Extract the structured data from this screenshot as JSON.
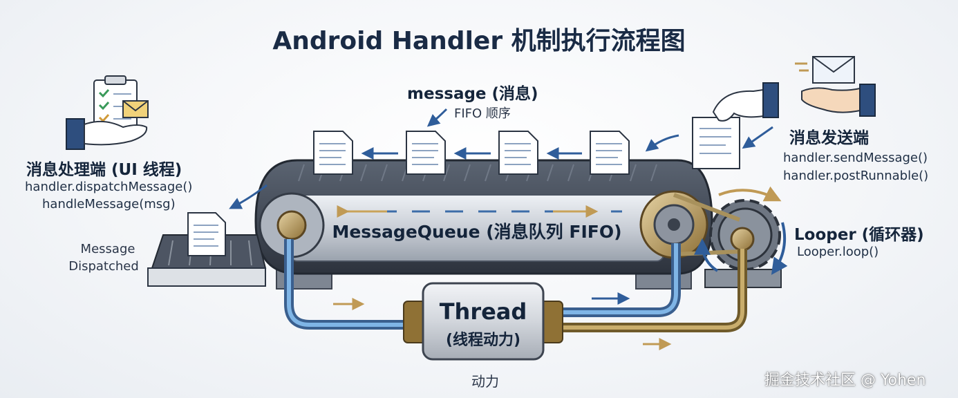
{
  "title": "Android Handler 机制执行流程图",
  "message": {
    "heading": "message (消息)",
    "order": "FIFO 顺序"
  },
  "sender": {
    "heading": "消息发送端",
    "methods": [
      "handler.sendMessage()",
      "handler.postRunnable()"
    ]
  },
  "handler_side": {
    "heading": "消息处理端 (UI 线程)",
    "methods": [
      "handler.dispatchMessage()",
      "handleMessage(msg)"
    ]
  },
  "dispatched": {
    "line1": "Message",
    "line2": "Dispatched"
  },
  "queue": {
    "label": "MessageQueue (消息队列 FIFO)"
  },
  "looper": {
    "heading": "Looper (循环器)",
    "method": "Looper.loop()"
  },
  "thread": {
    "label": "Thread",
    "sub": "(线程动力)",
    "power": "动力"
  },
  "watermark": "掘金技术社区 @ Yohen",
  "colors": {
    "title": "#1a2b45",
    "arrow_blue": "#2f5d9a",
    "pipe_blue": "#4f8fd0",
    "pipe_gold": "#b59658",
    "belt_dark": "#3a4250",
    "accent_gold": "#c7a968"
  },
  "icons": [
    "clipboard-checklist-icon",
    "envelope-icon",
    "open-hand-icon",
    "document-icon",
    "gear-icon",
    "tray-icon"
  ]
}
